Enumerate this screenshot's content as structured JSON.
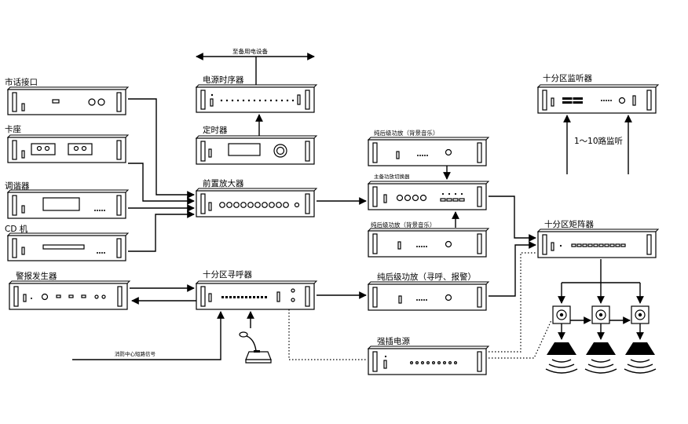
{
  "devices": {
    "phone_interface": "市话接口",
    "cassette_deck": "卡座",
    "tuner": "调谐器",
    "cd_player": "CD 机",
    "alarm_generator": "警报发生器",
    "power_sequencer": "电源时序器",
    "timer": "定时器",
    "preamplifier": "前置放大器",
    "zone_pager": "十分区寻呼器",
    "bg_amp_top": "纯后级功放（背景音乐）",
    "backup_switcher": "主备功放切换器",
    "bg_amp_mid": "纯后级功放（背景音乐）",
    "paging_amp": "纯后级功放（寻呼、报警）",
    "forced_power": "强插电源",
    "zone_monitor": "十分区监听器",
    "zone_matrix": "十分区矩阵器"
  },
  "labels": {
    "to_equipment": "至备用电设备",
    "monitor_routes": "1～10路监听",
    "fire_center_signal": "消防中心短路信号"
  }
}
